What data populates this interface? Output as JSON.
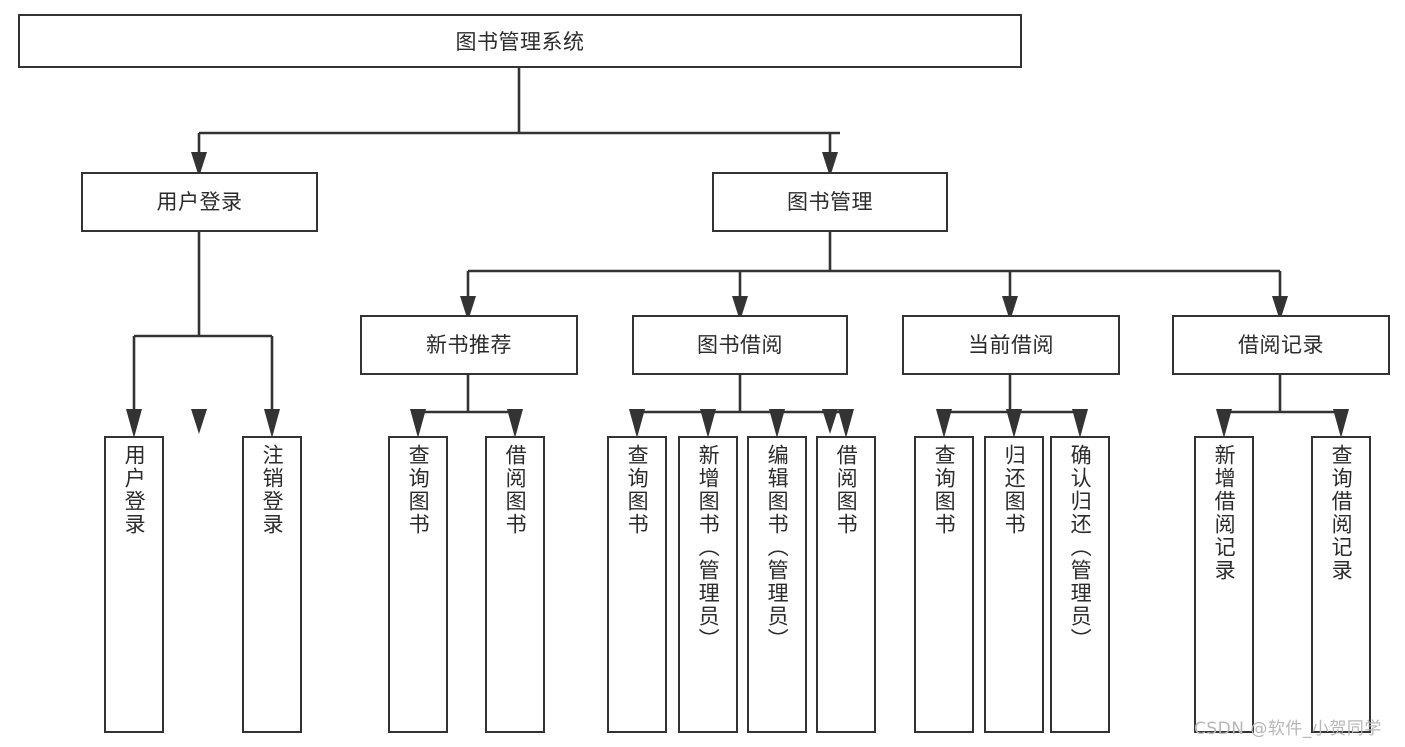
{
  "diagram": {
    "title": "图书管理系统",
    "type": "tree-hierarchy",
    "root": {
      "id": "root",
      "label": "图书管理系统"
    },
    "level2": [
      {
        "id": "user-login",
        "label": "用户登录"
      },
      {
        "id": "book-management",
        "label": "图书管理"
      }
    ],
    "level3": [
      {
        "id": "new-book-recommend",
        "label": "新书推荐",
        "parent": "book-management"
      },
      {
        "id": "book-borrow",
        "label": "图书借阅",
        "parent": "book-management"
      },
      {
        "id": "current-borrow",
        "label": "当前借阅",
        "parent": "book-management"
      },
      {
        "id": "borrow-record",
        "label": "借阅记录",
        "parent": "book-management"
      }
    ],
    "leaves": [
      {
        "id": "leaf-user-login",
        "label": "用户登录",
        "parent": "user-login"
      },
      {
        "id": "leaf-logout-login",
        "label": "注销登录",
        "parent": "user-login"
      },
      {
        "id": "leaf-query-book-1",
        "label": "查询图书",
        "parent": "new-book-recommend"
      },
      {
        "id": "leaf-borrow-book-1",
        "label": "借阅图书",
        "parent": "new-book-recommend"
      },
      {
        "id": "leaf-query-book-2",
        "label": "查询图书",
        "parent": "book-borrow"
      },
      {
        "id": "leaf-add-book",
        "label": "新增图书（管理员）",
        "parent": "book-borrow"
      },
      {
        "id": "leaf-edit-book",
        "label": "编辑图书（管理员）",
        "parent": "book-borrow"
      },
      {
        "id": "leaf-borrow-book-2",
        "label": "借阅图书",
        "parent": "book-borrow"
      },
      {
        "id": "leaf-query-book-3",
        "label": "查询图书",
        "parent": "current-borrow"
      },
      {
        "id": "leaf-return-book",
        "label": "归还图书",
        "parent": "current-borrow"
      },
      {
        "id": "leaf-confirm-return",
        "label": "确认归还（管理员）",
        "parent": "current-borrow"
      },
      {
        "id": "leaf-add-record",
        "label": "新增借阅记录",
        "parent": "borrow-record"
      },
      {
        "id": "leaf-query-record",
        "label": "查询借阅记录",
        "parent": "borrow-record"
      }
    ],
    "colors": {
      "stroke": "#333333",
      "fill": "#ffffff",
      "text": "#2b2b2b",
      "watermark": "#b7b7b7"
    }
  },
  "watermark": {
    "text": "CSDN @软件_小贺同学"
  }
}
